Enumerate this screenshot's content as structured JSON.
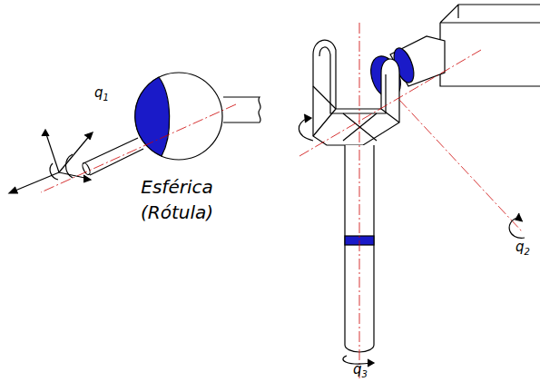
{
  "diagram": {
    "labels": [
      "Esférica (Rótula)",
      "q1",
      "q2",
      "q3"
    ]
  }
}
